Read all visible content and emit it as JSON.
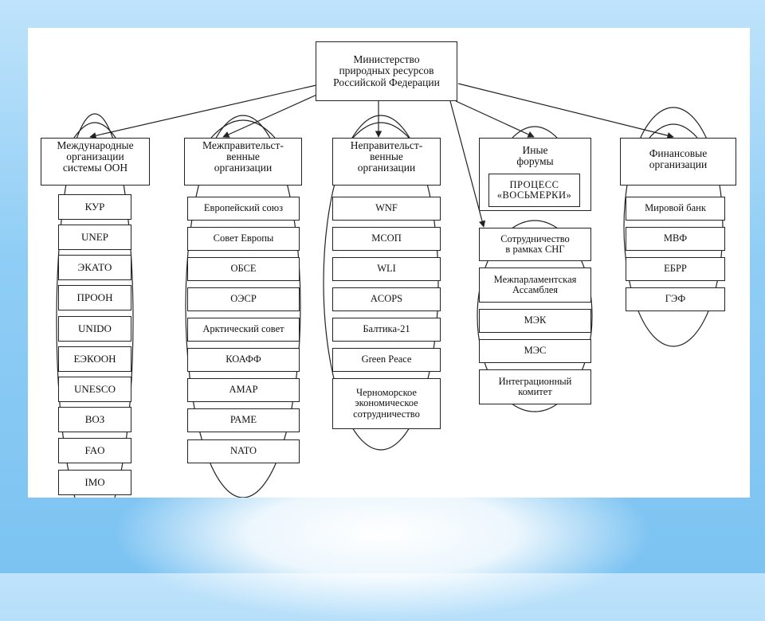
{
  "root": {
    "label": "Министерство\nприродных ресурсов\nРоссийской Федерации"
  },
  "columns": [
    {
      "header": "Международные\nорганизации\nсистемы ООН",
      "items": [
        "КУР",
        "UNEP",
        "ЭКАТО",
        "ПРООН",
        "UNIDO",
        "ЕЭКООН",
        "UNESCO",
        "ВОЗ",
        "FAO",
        "IMO"
      ]
    },
    {
      "header": "Межправительст-\nвенные\nорганизации",
      "items": [
        "Европейский союз",
        "Совет Европы",
        "ОБСЕ",
        "ОЭСР",
        "Арктический совет",
        "КОАФФ",
        "АМАР",
        "РАМЕ",
        "NATO"
      ]
    },
    {
      "header": "Неправительст-\nвенные\nорганизации",
      "items": [
        "WNF",
        "МСОП",
        "WLI",
        "ACOPS",
        "Балтика-21",
        "Green Peace",
        "Черноморское\nэкономическое\nсотрудничество"
      ]
    },
    {
      "header": "Иные\nфорумы",
      "subbox": "ПРОЦЕСС\n«ВОСЬМЕРКИ»",
      "subheader": "Сотрудничество\nв рамках СНГ",
      "items": [
        "Межпарламентская\nАссамблея",
        "МЭК",
        "МЭС",
        "Интеграционный\nкомитет"
      ]
    },
    {
      "header": "Финансовые\nорганизации",
      "items": [
        "Мировой банк",
        "МВФ",
        "ЕБРР",
        "ГЭФ"
      ]
    }
  ]
}
